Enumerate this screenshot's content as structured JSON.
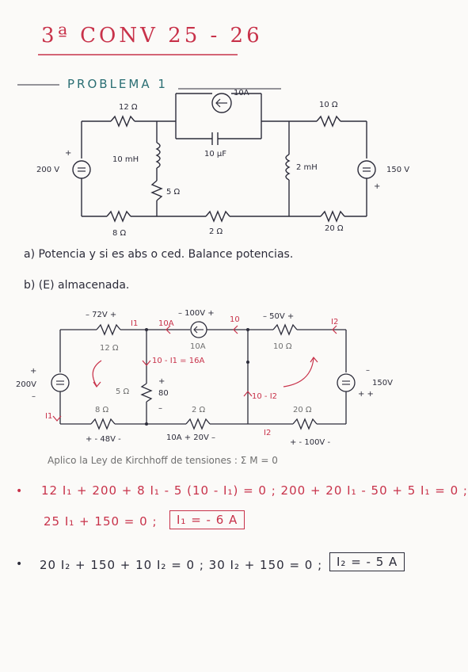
{
  "header": {
    "title": "3ª CONV  25 - 26"
  },
  "problem": {
    "label": "PROBLEMA 1"
  },
  "circuit1": {
    "r12": "12 Ω",
    "src10a": "10A",
    "r10": "10 Ω",
    "v200": "200 V",
    "l10mh": "10 mH",
    "c10uf": "10 μF",
    "l2mh": "2 mH",
    "v150": "150 V",
    "r5": "5 Ω",
    "r8": "8 Ω",
    "r2": "2 Ω",
    "r20": "20 Ω"
  },
  "questions": {
    "a": "a)  Potencia y si es abs o ced. Balance potencias.",
    "b": "b)  (E) almacenada."
  },
  "circuit2": {
    "v72": "– 72V +",
    "i1top": "I1",
    "a10": "10A",
    "v100": "– 100V +",
    "n10": "10",
    "v50": "– 50V +",
    "i2top": "I2",
    "r12": "12 Ω",
    "src10a": "10A",
    "r10": "10 Ω",
    "v200": "200V",
    "i10": "10 - I1 = 16A",
    "v150": "150V",
    "r5": "5 Ω",
    "v80": "80",
    "i10b": "10 - I2",
    "i1": "I1",
    "r8": "8 Ω",
    "r2": "2 Ω",
    "r20": "20 Ω",
    "v48": "+ - 48V -",
    "a10b": "10A  +  20V –",
    "i2": "I2",
    "v100b": "+ - 100V -"
  },
  "notes": {
    "kirchhoff": "Aplico la Ley de Kirchhoff de tensiones :  Σ M = 0"
  },
  "equations": {
    "eq1": "12 I₁ + 200 + 8 I₁ - 5 (10 - I₁) = 0  ;  200 + 20 I₁ - 50 + 5 I₁ = 0 ;",
    "eq2": "25 I₁ + 150 = 0  ;",
    "res1": "I₁ = - 6 A",
    "eq3": "20 I₂ + 150 + 10 I₂ = 0  ;  30 I₂ + 150 = 0 ;",
    "res2": "I₂ = - 5 A"
  }
}
